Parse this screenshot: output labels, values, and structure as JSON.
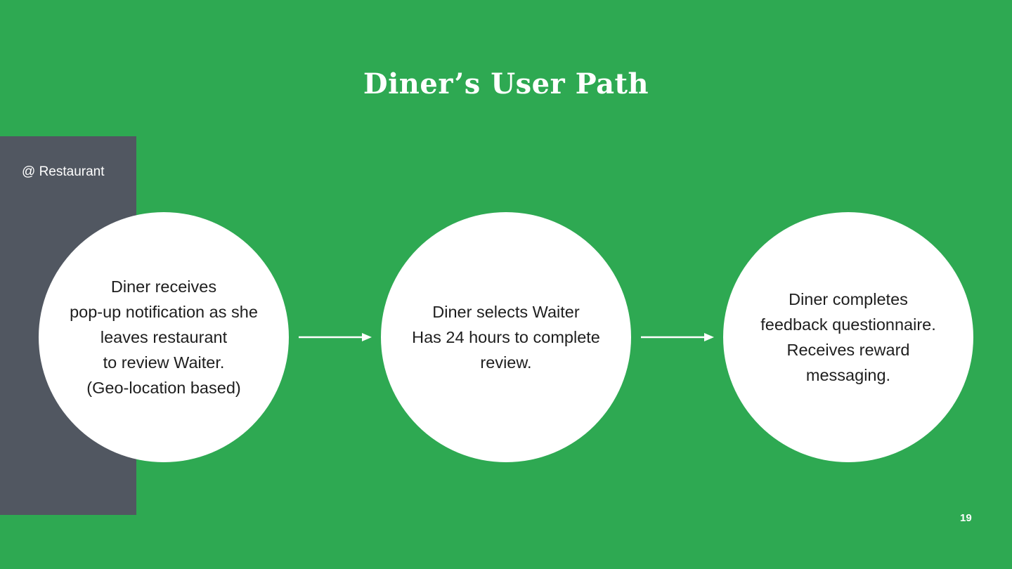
{
  "slide": {
    "title": "Diner’s User Path",
    "location_label": "@ Restaurant",
    "page_number": "19",
    "colors": {
      "background": "#2ea952",
      "panel": "#515761",
      "circle": "#ffffff",
      "text_on_circle": "#1e1e1e",
      "arrow": "#ffffff"
    }
  },
  "steps": [
    {
      "text": "Diner receives\npop-up notification as she\nleaves restaurant\nto review Waiter.\n(Geo-location based)"
    },
    {
      "text": "Diner selects Waiter\nHas 24 hours to complete\nreview."
    },
    {
      "text": "Diner completes\nfeedback questionnaire.\nReceives reward\nmessaging."
    }
  ],
  "connectors": [
    {
      "from": 1,
      "to": 2,
      "icon": "arrow-right-icon"
    },
    {
      "from": 2,
      "to": 3,
      "icon": "arrow-right-icon"
    }
  ]
}
